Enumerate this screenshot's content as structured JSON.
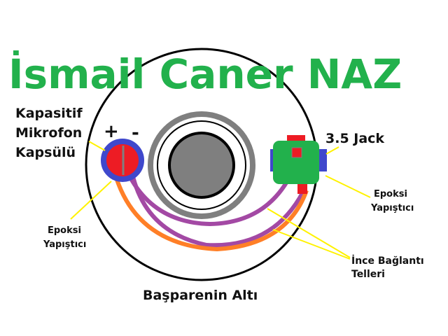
{
  "title": "İsmail Caner NAZ",
  "labels": {
    "capsule_line1": "Kapasitif",
    "capsule_line2": "Mikrofon",
    "capsule_line3": "Kapsülü",
    "plus": "+",
    "minus": "-",
    "jack": "3.5 Jack",
    "epoxy_left_line1": "Epoksi",
    "epoxy_left_line2": "Yapıştıcı",
    "epoxy_right_line1": "Epoksi",
    "epoxy_right_line2": "Yapıştıcı",
    "wires_line1": "İnce Bağlantı",
    "wires_line2": "Telleri",
    "bottom": "Başparenin Altı"
  },
  "colors": {
    "title": "#22b14c",
    "outline": "#000000",
    "ring": "#7f7f7f",
    "core": "#7f7f7f",
    "capsule_ring": "#3f48cc",
    "capsule_fill": "#ed1c24",
    "jack_body": "#22b14c",
    "jack_pin": "#ed1c24",
    "jack_sleeve": "#3f48cc",
    "wire_purple": "#a349a4",
    "wire_orange": "#ff7f27",
    "leader": "#fff200"
  }
}
